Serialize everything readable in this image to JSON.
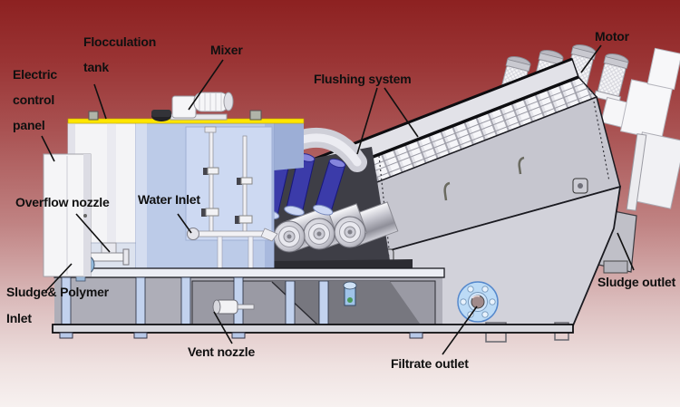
{
  "labels": {
    "electric_control_panel": "Electric control panel",
    "flocculation_tank": "Flocculation tank",
    "mixer": "Mixer",
    "flushing_system": "Flushing system",
    "motor": "Motor",
    "overflow_nozzle": "Overflow nozzle",
    "water_inlet": "Water Inlet",
    "sludge_polymer_inlet": "Sludge& Polymer Inlet",
    "vent_nozzle": "Vent nozzle",
    "filtrate_outlet": "Filtrate outlet",
    "sludge_outlet": "Sludge outlet"
  },
  "colors": {
    "background_top": "#8d2121",
    "background_bottom": "#f7f1f0",
    "label_text": "#101010",
    "tank_rim_yellow": "#ffe600",
    "tank_blue": "#bccbe8",
    "chute_blue": "#3b3bb4",
    "flange_blue": "#badbf8",
    "machine_gray": "#c6c6cf",
    "annotation_line": "#111111"
  }
}
